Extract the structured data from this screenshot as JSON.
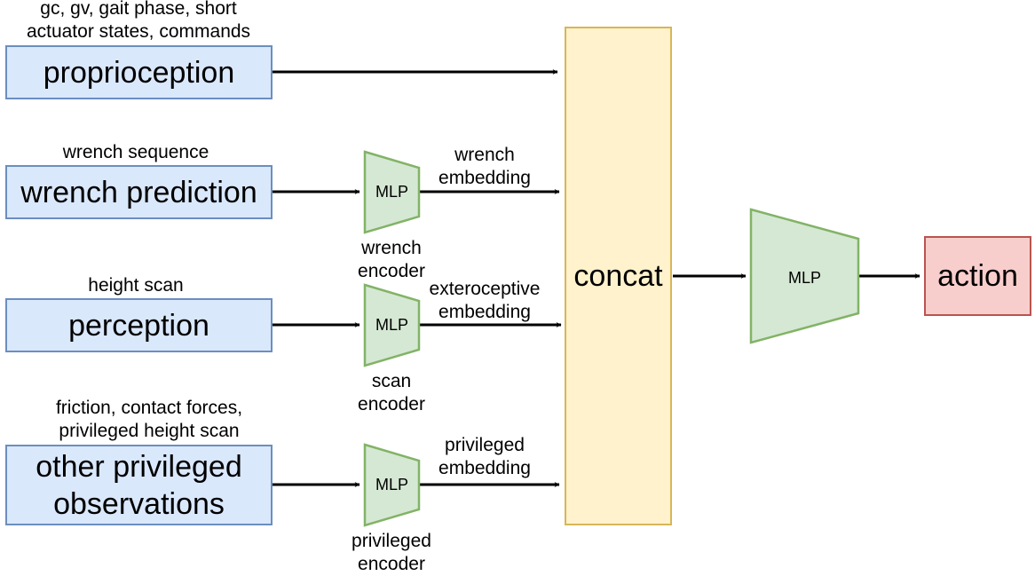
{
  "inputs": {
    "proprioception": {
      "box_label": "proprioception",
      "caption_line1": "gc, gv, gait phase, short",
      "caption_line2": "actuator states, commands"
    },
    "wrench": {
      "box_label": "wrench prediction",
      "caption": "wrench sequence",
      "encoder_line1": "wrench",
      "encoder_line2": "encoder",
      "embedding_line1": "wrench",
      "embedding_line2": "embedding"
    },
    "perception": {
      "box_label": "perception",
      "caption": "height scan",
      "encoder_line1": "scan",
      "encoder_line2": "encoder",
      "embedding_line1": "exteroceptive",
      "embedding_line2": "embedding"
    },
    "privileged": {
      "box_label_line1": "other privileged",
      "box_label_line2": "observations",
      "caption_line1": "friction, contact forces,",
      "caption_line2": "privileged height scan",
      "encoder_line1": "privileged",
      "encoder_line2": "encoder",
      "embedding_line1": "privileged",
      "embedding_line2": "embedding"
    }
  },
  "mlp_label": "MLP",
  "concat_label": "concat",
  "policy_mlp_label": "MLP",
  "action_label": "action",
  "colors": {
    "input_fill": "#dae8fc",
    "input_stroke": "#6c8ebf",
    "mlp_fill": "#d5e8d4",
    "mlp_stroke": "#82b366",
    "concat_fill": "#fff2cc",
    "concat_stroke": "#d6b656",
    "action_fill": "#f8cecc",
    "action_stroke": "#b85450"
  }
}
